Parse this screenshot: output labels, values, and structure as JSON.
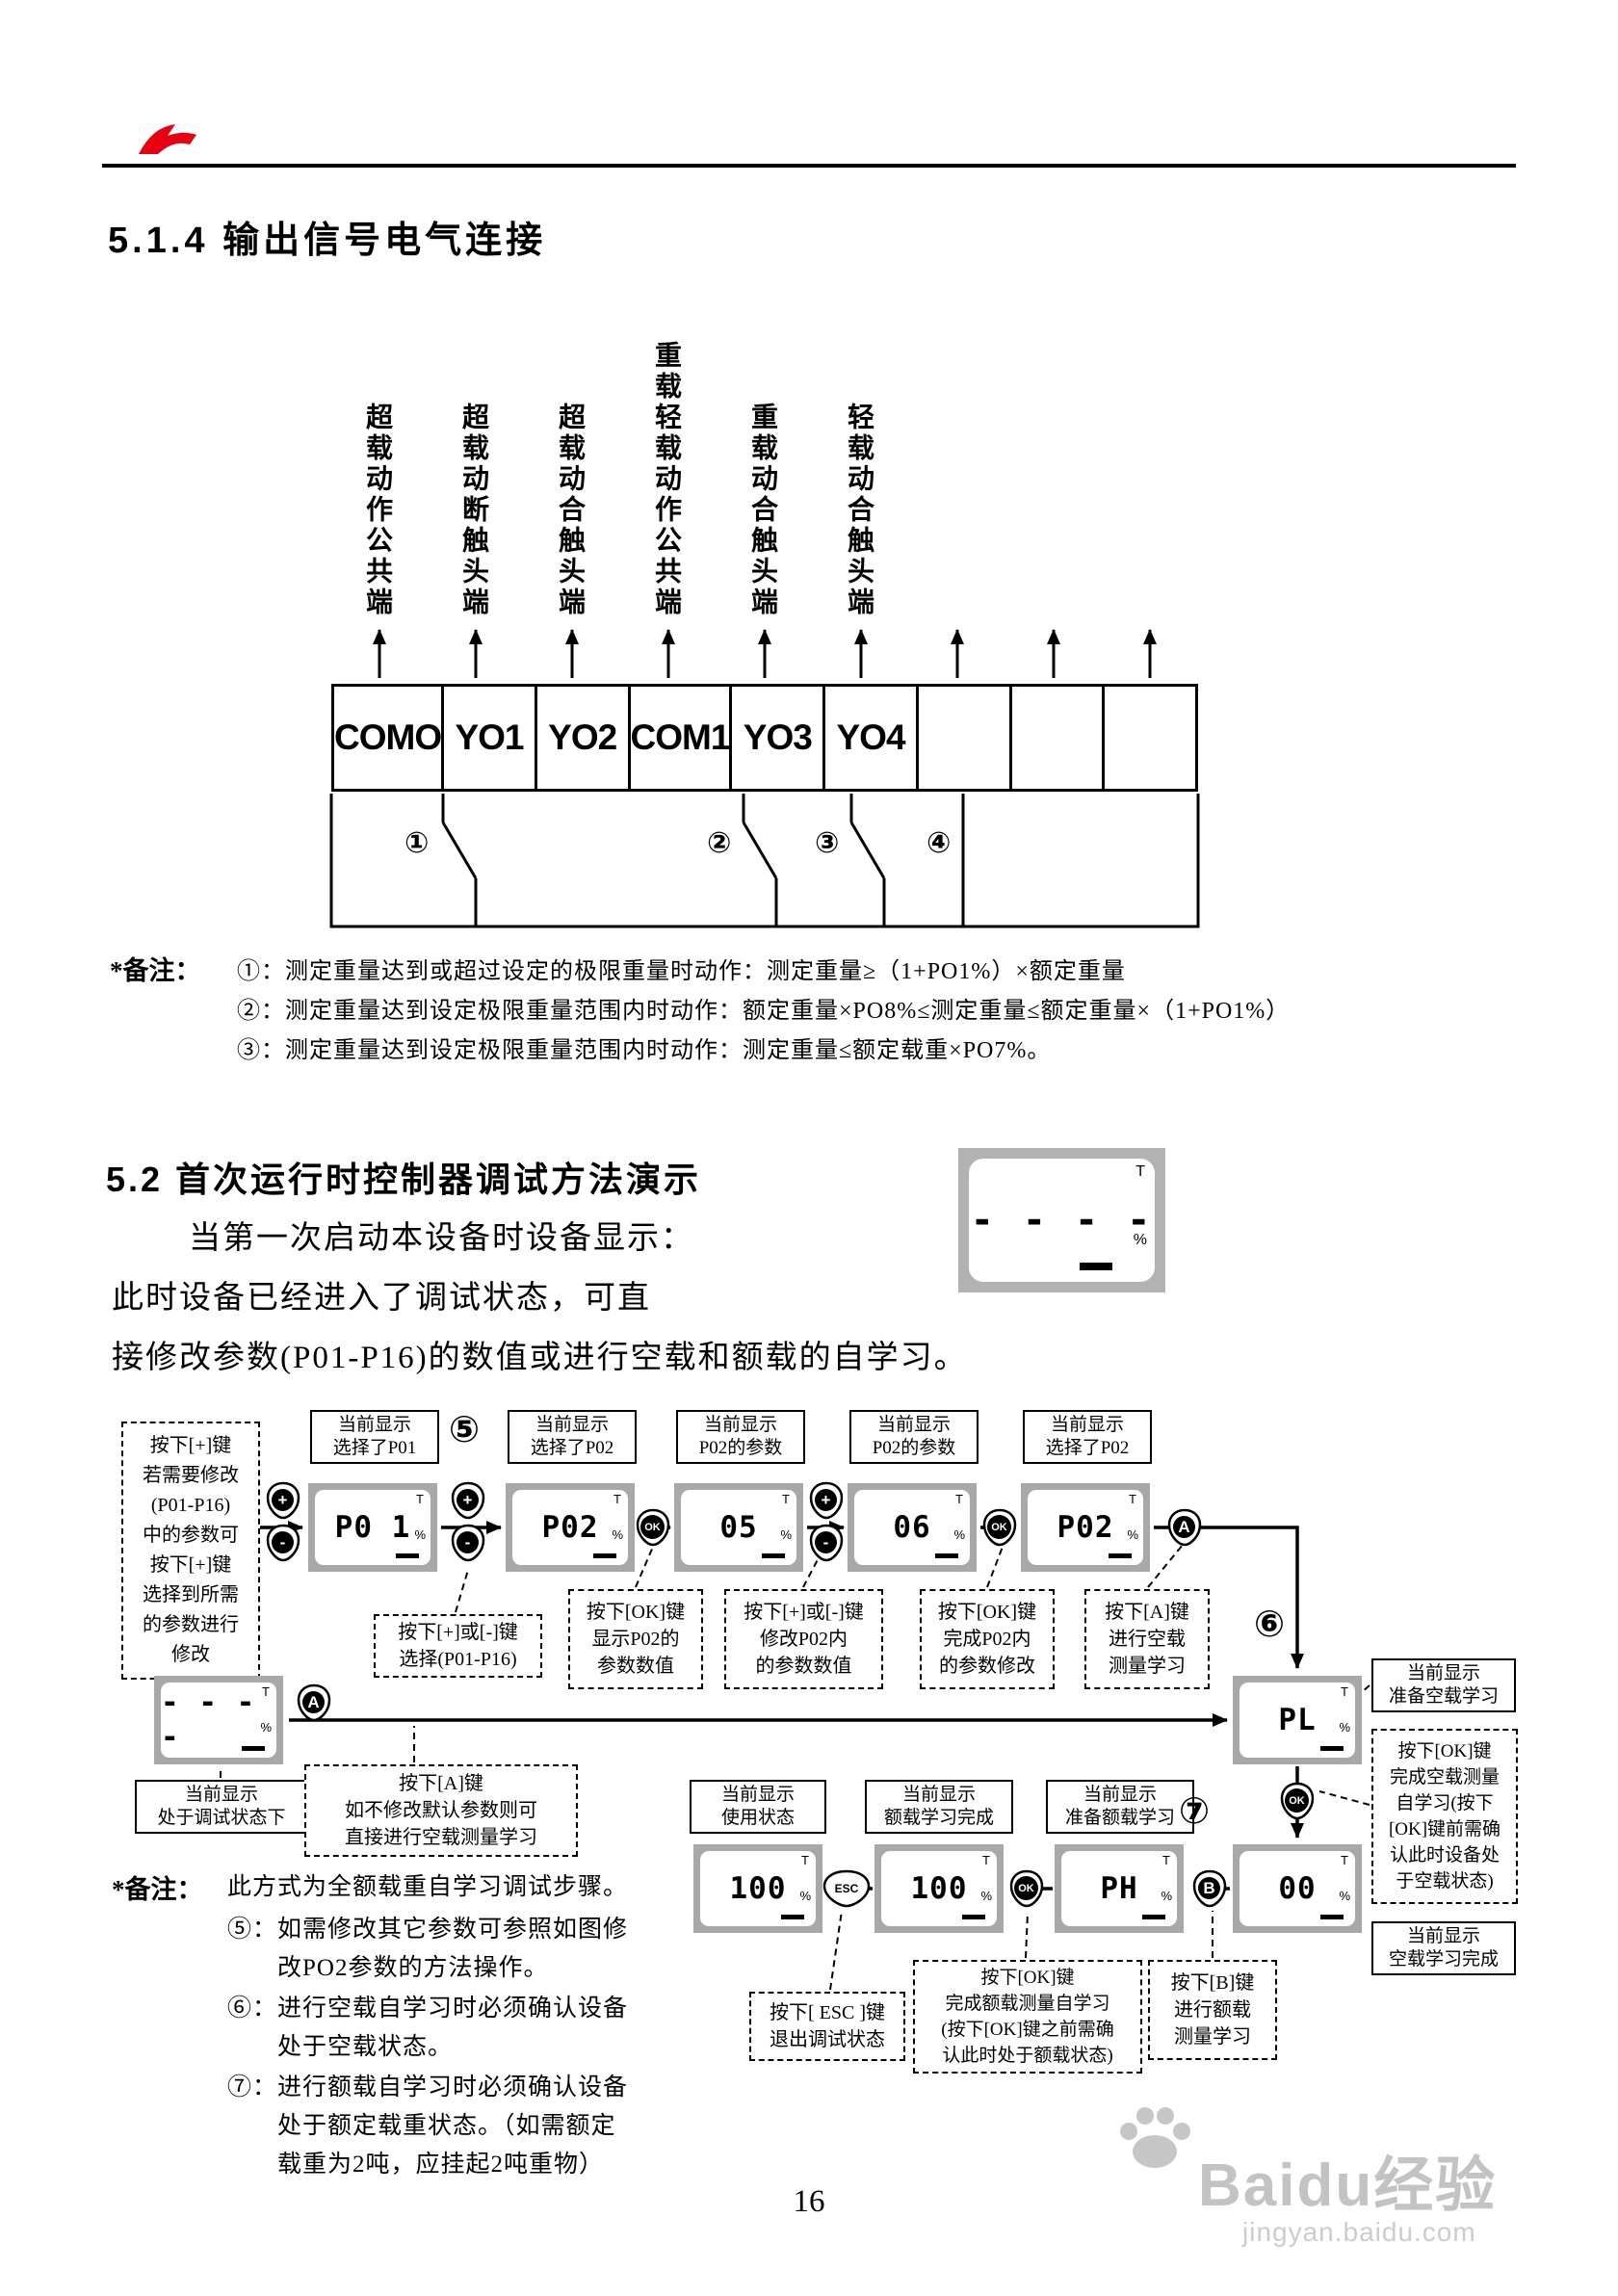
{
  "s514": {
    "title": "5.1.4  输出信号电气连接",
    "labels": [
      "超载动作公共端",
      "超载动断触头端",
      "超载动合触头端",
      "重载轻载动作公共端",
      "重载动合触头端",
      "轻载动合触头端"
    ],
    "cells": [
      "COMO",
      "YO1",
      "YO2",
      "COM1",
      "YO3",
      "YO4",
      "",
      "",
      ""
    ],
    "marks": [
      "①",
      "②",
      "③",
      "④"
    ],
    "note_label": "*备注：",
    "notes": [
      "①：测定重量达到或超过设定的极限重量时动作：测定重量≥（1+PO1%）×额定重量",
      "②：测定重量达到设定极限重量范围内时动作：额定重量×PO8%≤测定重量≤额定重量×（1+PO1%）",
      "③：测定重量达到设定极限重量范围内时动作：测定重量≤额定载重×PO7%。"
    ]
  },
  "s52": {
    "title": "5.2  首次运行时控制器调试方法演示",
    "para1": "当第一次启动本设备时设备显示：",
    "para2": "此时设备已经进入了调试状态，可直",
    "para3": "接修改参数(P01-P16)的数值或进行空载和额载的自学习。"
  },
  "lcd": {
    "t": "T",
    "pct": "%"
  },
  "flow": {
    "num5": "⑤",
    "num6": "⑥",
    "num7": "⑦",
    "displays": {
      "boot": "- - - -",
      "debug": "- - - -",
      "d1": "P0 1",
      "d2": "P02",
      "d3": "05",
      "d4": "06",
      "d5": "P02",
      "pl": "PL",
      "d00": "00",
      "ph": "PH",
      "v100a": "100",
      "v100b": "100"
    },
    "labels": {
      "l1": "当前显示\n选择了P01",
      "l2": "当前显示\n选择了P02",
      "l3": "当前显示\nP02的参数",
      "l4": "当前显示\nP02的参数",
      "l5": "当前显示\n选择了P02",
      "l6": "当前显示\n准备空载学习",
      "l7": "当前显示\n处于调试状态下",
      "l8": "当前显示\n使用状态",
      "l9": "当前显示\n额载学习完成",
      "l10": "当前显示\n准备额载学习",
      "l11": "当前显示\n空载学习完成"
    },
    "steps": {
      "left": "按下[+]键\n若需要修改\n(P01-P16)\n中的参数可\n按下[+]键\n选择到所需\n的参数进行\n修改",
      "s1": "按下[+]或[-]键\n选择(P01-P16)",
      "s2": "按下[OK]键\n显示P02的\n参数数值",
      "s3": "按下[+]或[-]键\n修改P02内\n的参数数值",
      "s4": "按下[OK]键\n完成P02内\n的参数修改",
      "s5": "按下[A]键\n进行空载\n测量学习",
      "s6": "按下[OK]键\n完成空载测量\n自学习(按下\n[OK]键前需确\n认此时设备处\n于空载状态)",
      "s7": "按下[A]键\n如不修改默认参数则可\n直接进行空载测量学习",
      "s8": "按下[ ESC ]键\n退出调试状态",
      "s9": "按下[OK]键\n完成额载测量自学习\n(按下[OK]键之前需确\n认此时处于额载状态)",
      "s10": "按下[B]键\n进行额载\n测量学习"
    },
    "icons": {
      "plus": "+",
      "minus": "-",
      "ok": "OK",
      "a": "A",
      "b": "B",
      "esc": "ESC"
    }
  },
  "notes2": {
    "label": "*备注：",
    "line0": "此方式为全额载重自学习调试步骤。",
    "line5": "⑤：如需修改其它参数可参照如图修\n　　改PO2参数的方法操作。",
    "line6": "⑥：进行空载自学习时必须确认设备\n　　处于空载状态。",
    "line7": "⑦：进行额载自学习时必须确认设备\n　　处于额定载重状态。（如需额定\n　　载重为2吨，应挂起2吨重物）"
  },
  "footer": {
    "page": "16"
  },
  "watermark": {
    "title": "Baidu经验",
    "url": "jingyan.baidu.com"
  }
}
